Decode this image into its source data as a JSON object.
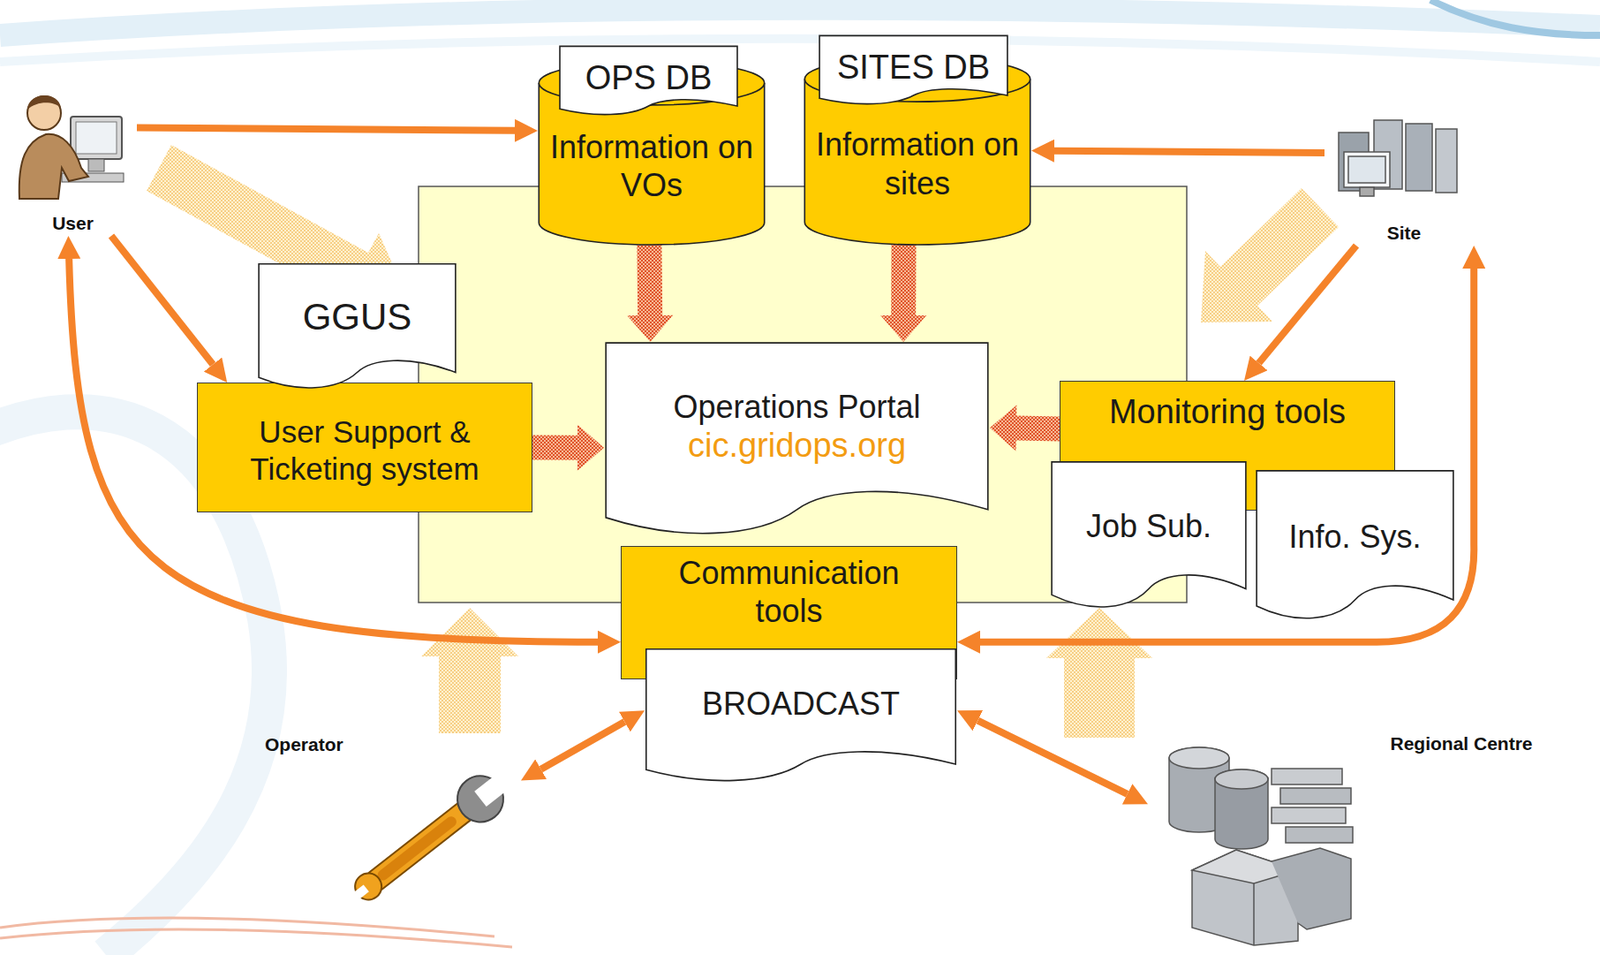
{
  "diagram": {
    "nodes": [
      {
        "text": [
          "User"
        ]
      },
      {
        "text": [
          "OPS DB"
        ]
      },
      {
        "text": [
          "Information on VOs"
        ]
      },
      {
        "text": [
          "SITES DB"
        ]
      },
      {
        "text": [
          "Information on sites"
        ]
      },
      {
        "text": [
          "Site"
        ]
      },
      {
        "text": [
          "GGUS"
        ]
      },
      {
        "text": [
          "User Support & Ticketing system"
        ]
      },
      {
        "text": [
          "Operations Portal",
          "cic.gridops.org"
        ]
      },
      {
        "text": [
          "Monitoring tools"
        ]
      },
      {
        "text": [
          "Job Sub."
        ]
      },
      {
        "text": [
          "Info. Sys."
        ]
      },
      {
        "text": [
          "Communication tools"
        ]
      },
      {
        "text": [
          "BROADCAST"
        ]
      },
      {
        "text": [
          "Operator"
        ]
      },
      {
        "text": [
          "Regional Centre"
        ]
      }
    ],
    "edges": [
      {
        "from": 0,
        "to": 2,
        "arrow": "to"
      },
      {
        "from": 5,
        "to": 4,
        "arrow": "to"
      },
      {
        "from": 0,
        "to": 7,
        "arrow": "to"
      },
      {
        "from": 5,
        "to": 9,
        "arrow": "to"
      },
      {
        "from": 0,
        "to": 12,
        "arrow": "both"
      },
      {
        "from": 12,
        "to": 5,
        "arrow": "both"
      },
      {
        "from": 14,
        "to": 13,
        "arrow": "both"
      },
      {
        "from": 15,
        "to": 13,
        "arrow": "both"
      },
      {
        "from": 2,
        "to": 8,
        "arrow": "to"
      },
      {
        "from": 4,
        "to": 8,
        "arrow": "to"
      },
      {
        "from": 7,
        "to": 8,
        "arrow": "to"
      },
      {
        "from": 9,
        "to": 8,
        "arrow": "to"
      }
    ]
  }
}
